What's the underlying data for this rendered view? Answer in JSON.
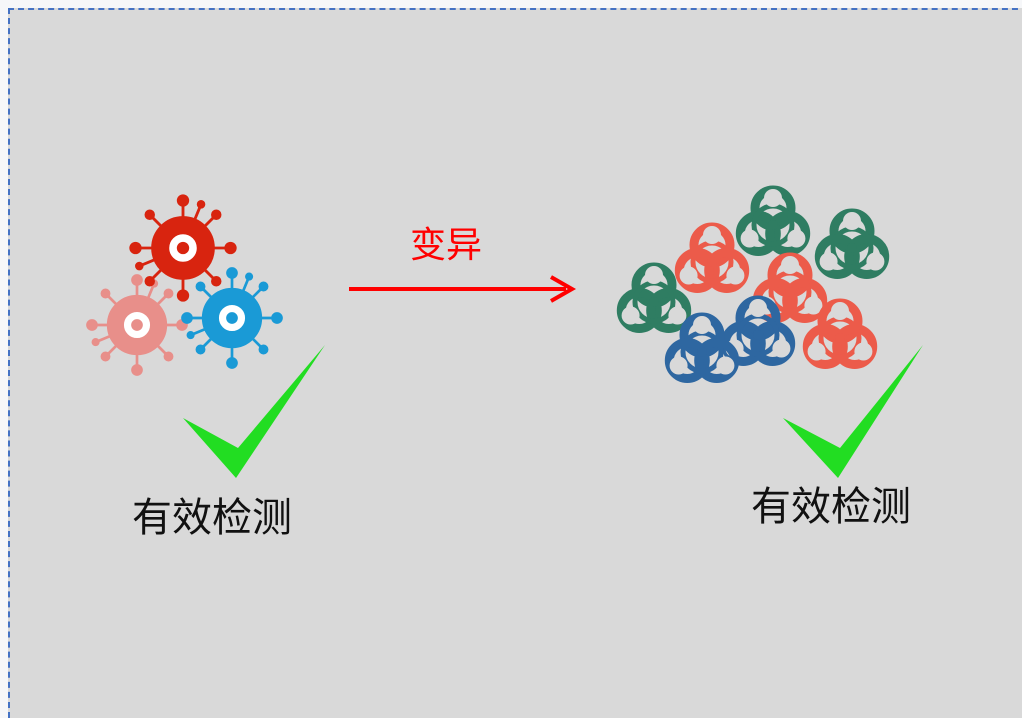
{
  "mutation": {
    "label": "变异",
    "color": "#ff0000"
  },
  "left_group": {
    "caption": "有效检测",
    "icon": "virus-icon",
    "check_icon": "checkmark-icon"
  },
  "right_group": {
    "caption": "有效检测",
    "icon": "biohazard-icon",
    "check_icon": "checkmark-icon"
  },
  "colors": {
    "virus_red": "#d8240f",
    "virus_pink": "#e88f8a",
    "virus_blue": "#1a9ad6",
    "biohazard_green": "#2f7d62",
    "biohazard_red": "#ec5b4a",
    "biohazard_blue": "#2e67a1",
    "check_green": "#22dd22"
  }
}
